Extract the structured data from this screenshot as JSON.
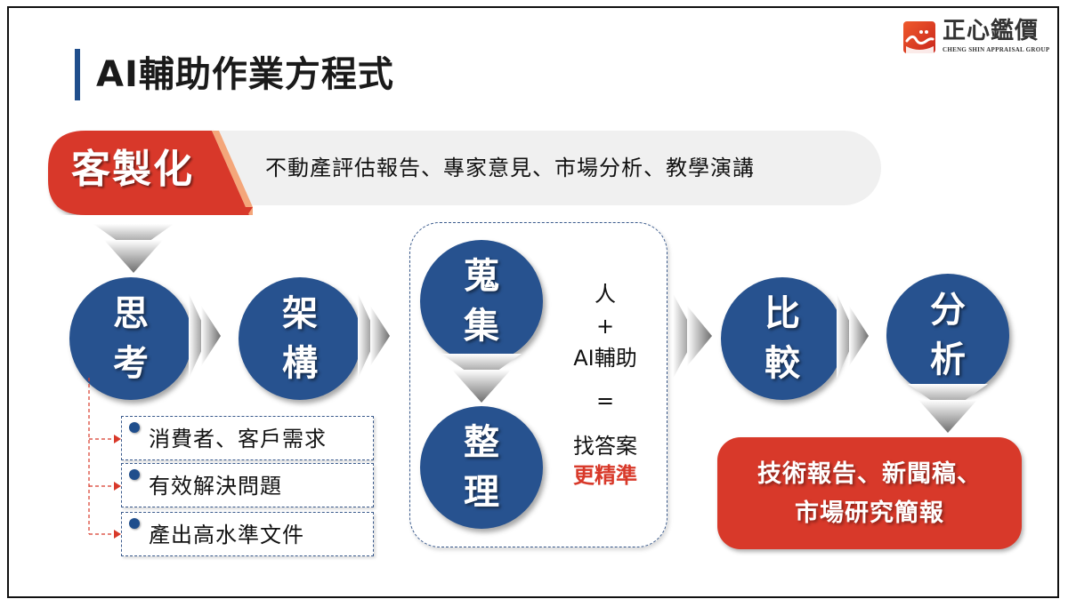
{
  "title": "AI輔助作業方程式",
  "logo": {
    "name_cn": "正心鑑價",
    "name_en": "CHENG SHIN APPRAISAL GROUP"
  },
  "banner": {
    "label": "客製化",
    "text": "不動產評估報告、專家意見、市場分析、教學演講"
  },
  "steps": {
    "think": {
      "line1": "思",
      "line2": "考"
    },
    "frame": {
      "line1": "架",
      "line2": "構"
    },
    "collect": {
      "line1": "蒐",
      "line2": "集"
    },
    "organize": {
      "line1": "整",
      "line2": "理"
    },
    "compare": {
      "line1": "比",
      "line2": "較"
    },
    "analyze": {
      "line1": "分",
      "line2": "析"
    }
  },
  "think_outputs": [
    "消費者、客戶需求",
    "有效解決問題",
    "產出高水準文件"
  ],
  "equation": {
    "human": "人",
    "plus": "+",
    "ai": "AI輔助",
    "equals": "=",
    "result_line1": "找答案",
    "result_line2": "更精準"
  },
  "result": {
    "line1": "技術報告、新聞稿、",
    "line2": "市場研究簡報"
  },
  "colors": {
    "primary_blue": "#27528f",
    "accent_red": "#d8392a",
    "banner_grey": "#f0f0f0",
    "accent_peach": "#f4a67a"
  }
}
